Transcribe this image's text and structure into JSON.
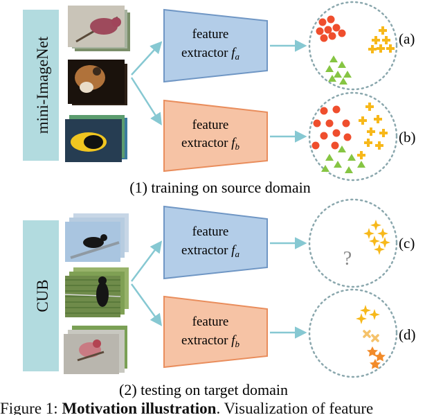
{
  "datasets": {
    "source": "mini-ImageNet",
    "target": "CUB"
  },
  "extractors": [
    {
      "id": "a",
      "line1": "feature",
      "line2": "extractor",
      "symbol": "f",
      "subscript": "a"
    },
    {
      "id": "b",
      "line1": "feature",
      "line2": "extractor",
      "symbol": "f",
      "subscript": "b"
    },
    {
      "id": "a2",
      "line1": "feature",
      "line2": "extractor",
      "symbol": "f",
      "subscript": "a"
    },
    {
      "id": "b2",
      "line1": "feature",
      "line2": "extractor",
      "symbol": "f",
      "subscript": "b"
    }
  ],
  "panel_labels": [
    "(a)",
    "(b)",
    "(c)",
    "(d)"
  ],
  "unknown_mark": "?",
  "sections": {
    "training": "(1) training on source domain",
    "testing": "(2) testing on target domain"
  },
  "caption": {
    "prefix": "Figure 1: ",
    "bold": "Motivation illustration",
    "rest": ". Visualization of feature"
  },
  "colors": {
    "dataset_box": "#b2dbdf",
    "extractor_a": "#b3cde8",
    "extractor_a_border": "#6f96c4",
    "extractor_b": "#f6c3a5",
    "extractor_b_border": "#e98d5c",
    "arrow": "#86c8d2",
    "circle_border": "#8aa7ad",
    "red_dot": "#ef4e2d",
    "yellow": "#f7b81a",
    "green": "#86c543",
    "orange": "#f28b2a"
  }
}
